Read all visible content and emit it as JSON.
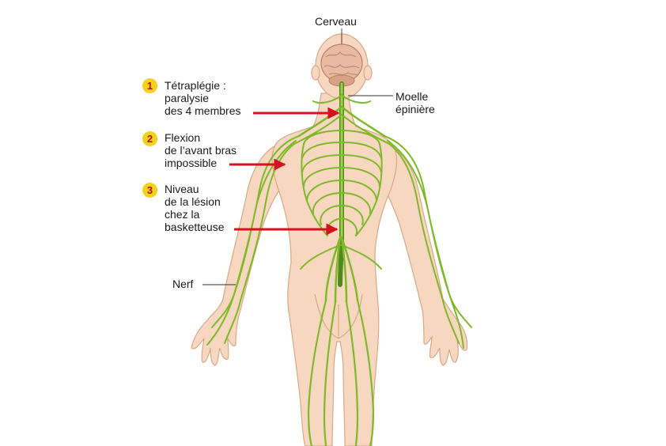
{
  "labels": {
    "brain": "Cerveau",
    "spinal_cord": [
      "Moelle",
      "épinière"
    ],
    "nerve": "Nerf"
  },
  "callouts": [
    {
      "number": "1",
      "lines": [
        "Tétraplégie :",
        "paralysie",
        "des 4 membres"
      ]
    },
    {
      "number": "2",
      "lines": [
        "Flexion",
        "de l’avant bras",
        "impossible"
      ]
    },
    {
      "number": "3",
      "lines": [
        "Niveau",
        "de la lésion",
        "chez la",
        "basketteuse"
      ]
    }
  ],
  "colors": {
    "skin": "#f7d7bf",
    "skin_outline": "#d9a887",
    "nerve": "#7fb82a",
    "nerve_dark": "#4f8a1b",
    "brain": "#e9b9a2",
    "arrow": "#d5121f",
    "badge": "#f3d21a"
  }
}
